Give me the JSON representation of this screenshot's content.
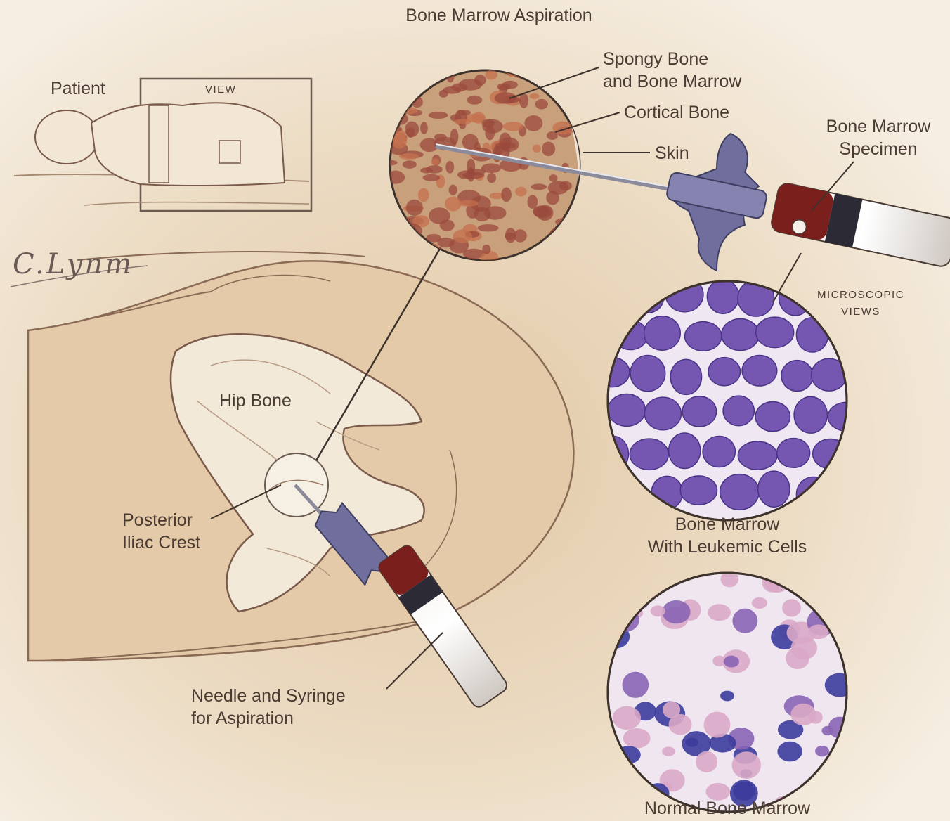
{
  "title": "Bone Marrow Aspiration",
  "patient_panel": {
    "label": "Patient",
    "view_label": "VIEW"
  },
  "signature": "C.Lynm",
  "anatomy": {
    "hip_bone": "Hip Bone",
    "crest_line1": "Posterior",
    "crest_line2": "Iliac Crest",
    "needle_line1": "Needle and Syringe",
    "needle_line2": "for Aspiration"
  },
  "magnified_view": {
    "spongy_line1": "Spongy Bone",
    "spongy_line2": "and Bone Marrow",
    "cortical": "Cortical Bone",
    "skin": "Skin",
    "specimen_line1": "Bone Marrow",
    "specimen_line2": "Specimen"
  },
  "microscopic": {
    "heading_line1": "MICROSCOPIC",
    "heading_line2": "VIEWS",
    "leukemic_line1": "Bone Marrow",
    "leukemic_line2": "With Leukemic Cells",
    "normal": "Normal Bone Marrow"
  },
  "colors": {
    "background": "#efe2cf",
    "skin": "#e6cfb0",
    "bone": "#f3e9d8",
    "marrow": "#9a4a3c",
    "blood": "#7a1f1c",
    "leukemic_cell": "#7556b0",
    "normal_cell": "#8a64b5",
    "stain_dark": "#3c3c9c",
    "needle_hub": "#6f6e9c"
  }
}
